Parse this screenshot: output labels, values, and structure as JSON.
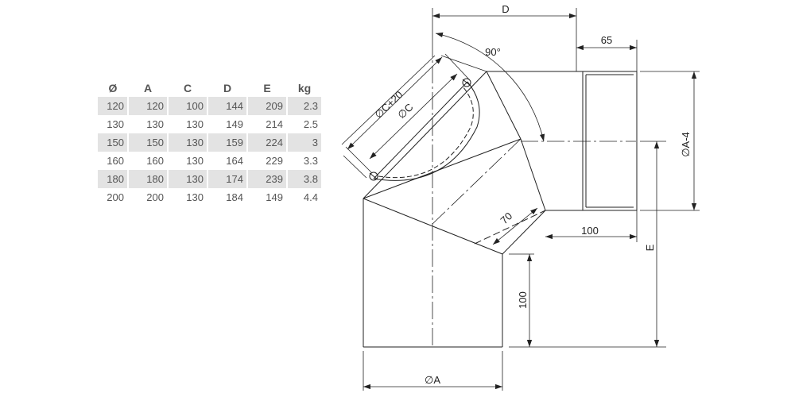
{
  "table": {
    "headers": [
      "Ø",
      "A",
      "C",
      "D",
      "E",
      "kg"
    ],
    "rows": [
      [
        "120",
        "120",
        "100",
        "144",
        "209",
        "2.3"
      ],
      [
        "130",
        "130",
        "130",
        "149",
        "214",
        "2.5"
      ],
      [
        "150",
        "150",
        "130",
        "159",
        "224",
        "3"
      ],
      [
        "160",
        "160",
        "130",
        "164",
        "229",
        "3.3"
      ],
      [
        "180",
        "180",
        "130",
        "174",
        "239",
        "3.8"
      ],
      [
        "200",
        "200",
        "130",
        "184",
        "149",
        "4.4"
      ]
    ]
  },
  "drawing": {
    "dim_D": "D",
    "dim_65": "65",
    "dim_angle": "90°",
    "dim_phiC20": "∅C+20",
    "dim_phiC": "∅C",
    "dim_phiA4": "∅A-4",
    "dim_70": "70",
    "dim_100_right": "100",
    "dim_E": "E",
    "dim_100_left": "100",
    "dim_phiA": "∅A"
  }
}
